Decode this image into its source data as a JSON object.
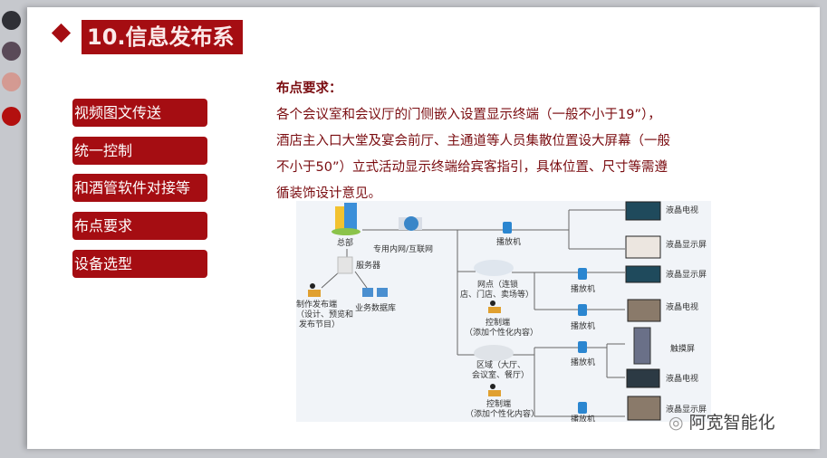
{
  "title": "10.信息发布系",
  "nav": [
    {
      "label": "视频图文传送"
    },
    {
      "label": "统一控制"
    },
    {
      "label": "和酒管软件对接等"
    },
    {
      "label": "布点要求"
    },
    {
      "label": "设备选型"
    }
  ],
  "requirements": {
    "heading": "布点要求：",
    "lines": [
      "各个会议室和会议厅的门侧嵌入设置显示终端（一般不小于19”），",
      "酒店主入口大堂及宴会前厅、主通道等人员集散位置设大屏幕（一般",
      "不小于50”）立式活动显示终端给宾客指引，具体位置、尺寸等需遵",
      "循装饰设计意见。"
    ]
  },
  "diagram": {
    "hq": "总部",
    "network": "专用内网/互联网",
    "server": "服务器",
    "producer": [
      "制作发布端",
      "（设计、预览和",
      "发布节目）"
    ],
    "database": "业务数据库",
    "player": "播放机",
    "outlet": [
      "网点（连锁",
      "店、门店、卖场等）"
    ],
    "area": [
      "区域（大厅、",
      "会议室、餐厅）"
    ],
    "control": [
      "控制端",
      "（添加个性化内容）"
    ],
    "lcd_tv": "液晶电视",
    "lcd_display": "液晶显示屏",
    "touch": "触摸屏"
  },
  "watermark": "阿宽智能化",
  "colors": {
    "accent": "#a50d12",
    "dot1": "#2f3036",
    "dot2": "#5a4a58",
    "dot3": "#d49a92",
    "dot4": "#b3100f"
  }
}
